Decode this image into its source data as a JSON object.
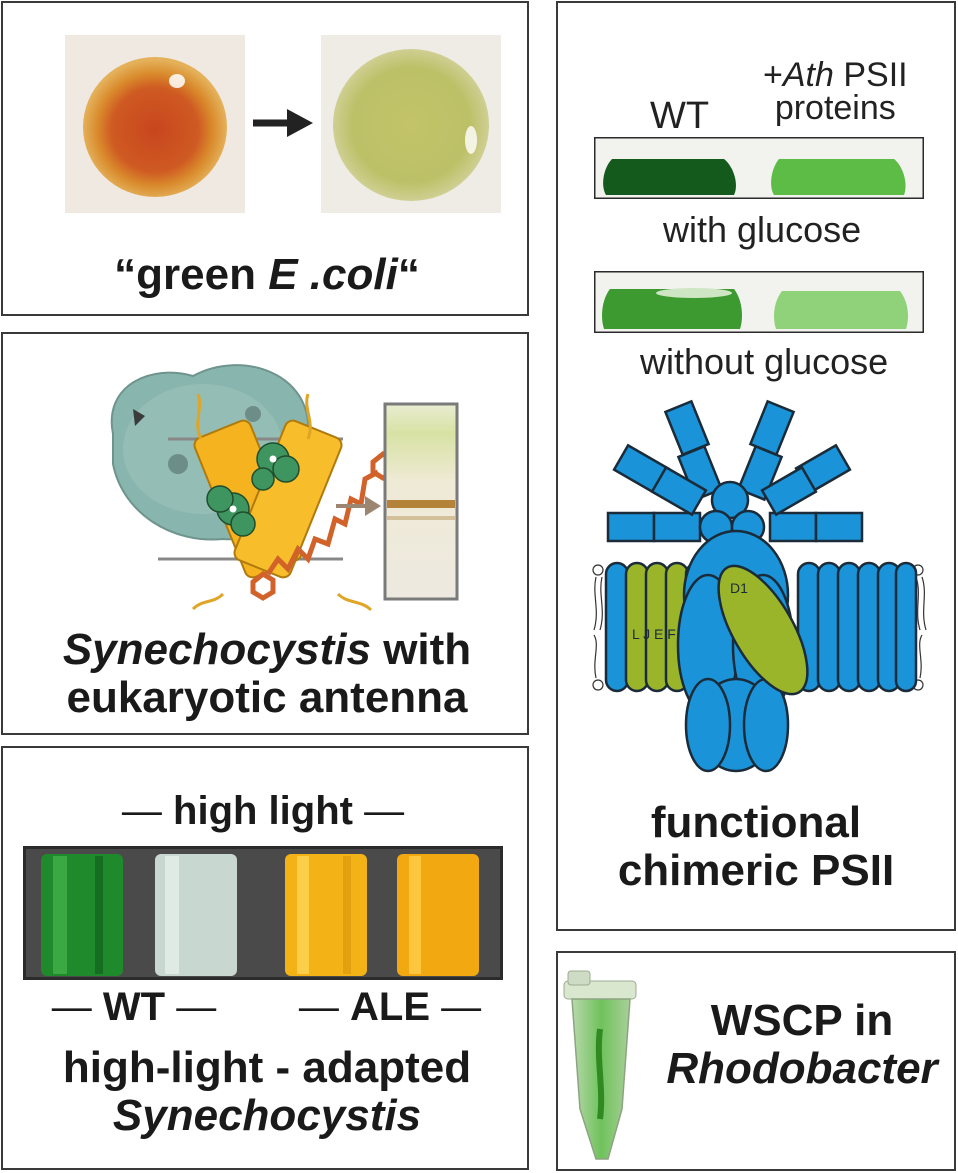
{
  "panel_ecoli": {
    "caption_open": "“green ",
    "caption_italic": "E .coli",
    "caption_close": "“"
  },
  "panel_synecho_antenna": {
    "caption_line1_italic": "Synechocystis",
    "caption_line1_rest": " with",
    "caption_line2": "eukaryotic antenna"
  },
  "panel_high_light": {
    "top_label": "high light",
    "label_wt": "WT",
    "label_ale": "ALE",
    "caption_line1": "high-light - adapted",
    "caption_line2_italic": "Synechocystis"
  },
  "panel_psii": {
    "label_wt": "WT",
    "label_ath_prefix": "+",
    "label_ath_italic": "Ath",
    "label_ath_rest": " PSII",
    "label_ath_line2": "proteins",
    "label_with_glucose": "with glucose",
    "label_without_glucose": "without glucose",
    "subunit_d1": "D1",
    "subunits_ljef": "L J E F",
    "caption_line1": "functional",
    "caption_line2": "chimeric PSII",
    "colors": {
      "complex_blue": "#1a93d8",
      "chimeric_green": "#9ab52a"
    }
  },
  "panel_wscp": {
    "caption_line1": "WSCP in",
    "caption_line2_italic": "Rhodobacter"
  }
}
